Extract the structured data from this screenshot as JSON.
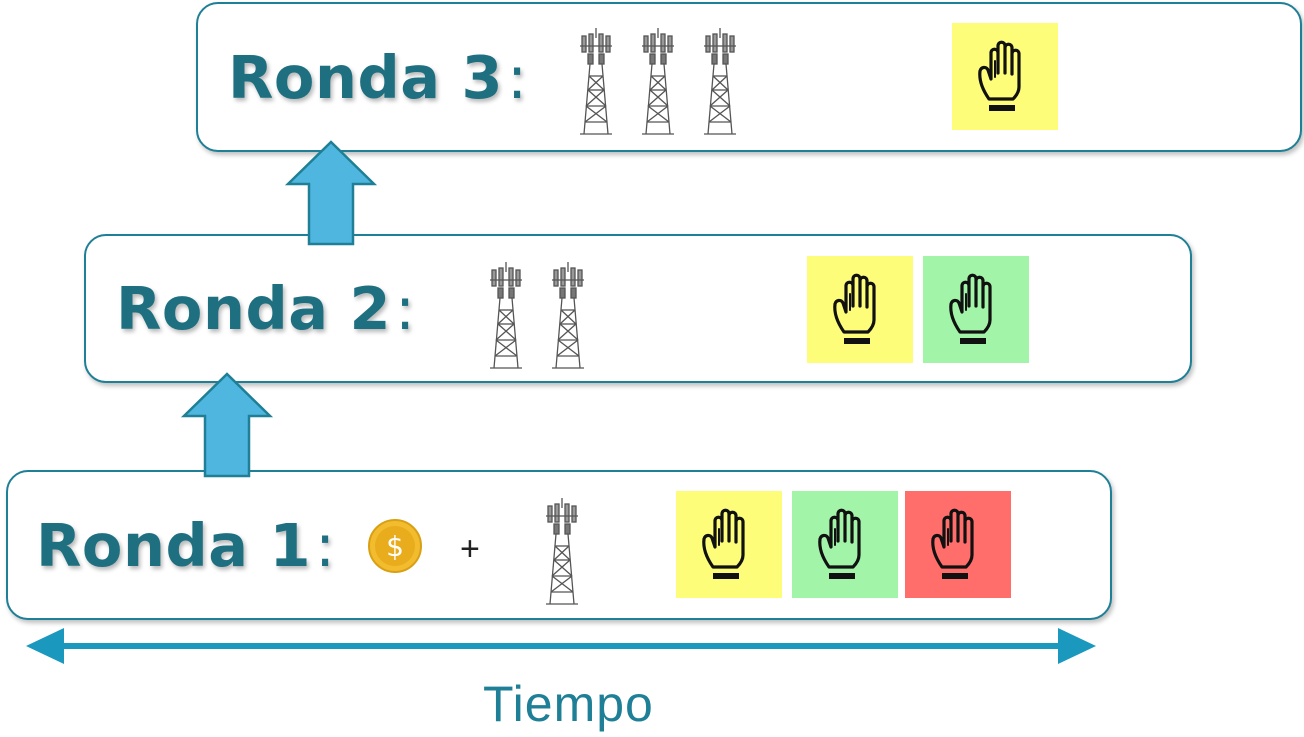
{
  "rounds": [
    {
      "title": "Ronda 3",
      "colon": ":",
      "towers": 3,
      "hands": [
        "yellow"
      ]
    },
    {
      "title": "Ronda 2",
      "colon": ":",
      "towers": 2,
      "hands": [
        "yellow",
        "green"
      ]
    },
    {
      "title": "Ronda 1",
      "colon": ":",
      "towers": 1,
      "coin": "dollar-coin",
      "coin_symbol": "$",
      "operator": "+",
      "hands": [
        "yellow",
        "green",
        "red"
      ]
    }
  ],
  "axis": {
    "label": "Tiempo"
  },
  "colors": {
    "box_border": "#1e7f96",
    "title_text": "#1e6f80",
    "arrow_fill": "#4fb7df",
    "arrow_stroke": "#1e7f96",
    "timeline": "#1a98bd",
    "hand_yellow": "#fdfd7a",
    "hand_green": "#a2f5a8",
    "hand_red": "#ff6e6b",
    "coin": "#f2bc2e"
  },
  "icons": {
    "tower": "cell-tower-icon",
    "hand": "raised-hand-icon"
  }
}
